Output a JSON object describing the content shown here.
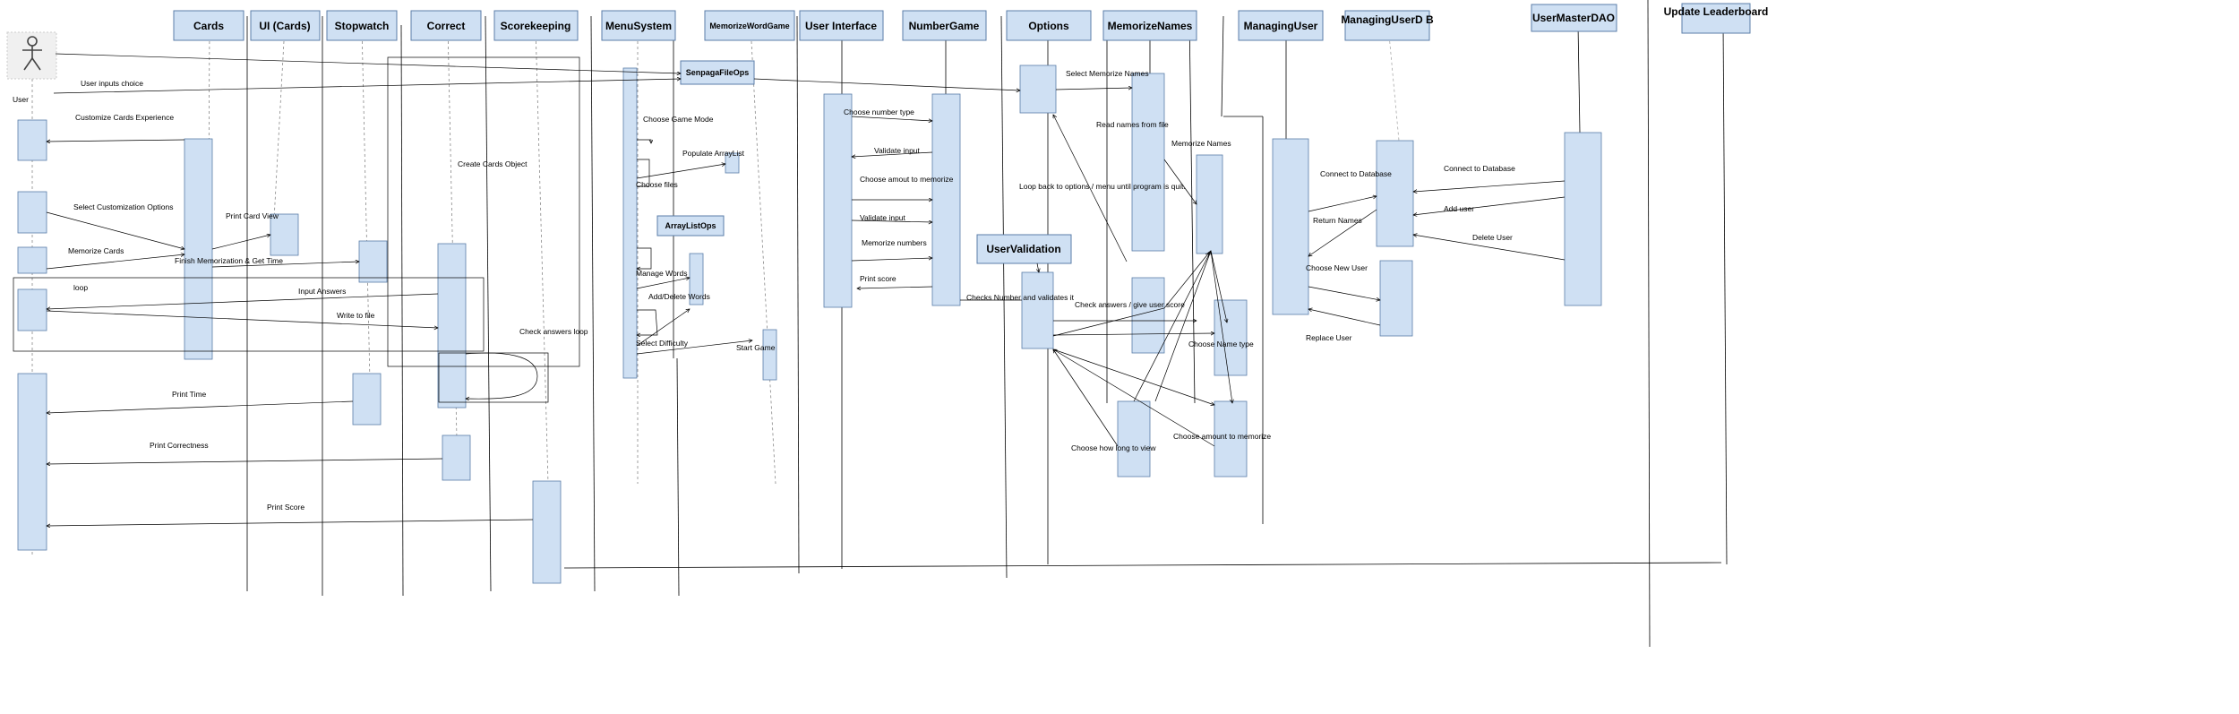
{
  "actor": {
    "name": "User"
  },
  "participants": [
    {
      "id": "cards",
      "label": "Cards"
    },
    {
      "id": "ui_cards",
      "label": "UI (Cards)"
    },
    {
      "id": "stopwatch",
      "label": "Stopwatch"
    },
    {
      "id": "correct",
      "label": "Correct"
    },
    {
      "id": "scorekeeping",
      "label": "Scorekeeping"
    },
    {
      "id": "menusystem",
      "label": "MenuSystem"
    },
    {
      "id": "memorizewordgame",
      "label": "MemorizeWordGame"
    },
    {
      "id": "userinterface",
      "label": "User Interface"
    },
    {
      "id": "numbergame",
      "label": "NumberGame"
    },
    {
      "id": "options",
      "label": "Options"
    },
    {
      "id": "memorizenames",
      "label": "MemorizeNames"
    },
    {
      "id": "managinguser",
      "label": "ManagingUser"
    },
    {
      "id": "managinguserdb",
      "label": "ManagingUserD B"
    },
    {
      "id": "usermasterdao",
      "label": "UserMasterDAO"
    },
    {
      "id": "update_leaderboard",
      "label": "Update Leaderboard"
    }
  ],
  "inner_boxes": [
    {
      "id": "senpagafileops",
      "label": "SenpagaFileOps"
    },
    {
      "id": "arraylistops",
      "label": "ArrayListOps"
    },
    {
      "id": "uservalidation",
      "label": "UserValidation"
    }
  ],
  "messages": [
    {
      "id": "user_inputs_choice",
      "text": "User inputs choice"
    },
    {
      "id": "customize_cards",
      "text": "Customize Cards Experience"
    },
    {
      "id": "select_customization",
      "text": "Select Customization Options"
    },
    {
      "id": "print_card_view",
      "text": "Print Card View"
    },
    {
      "id": "memorize_cards",
      "text": "Memorize Cards"
    },
    {
      "id": "finish_memorization",
      "text": "Finish Memorization & Get Time"
    },
    {
      "id": "loop",
      "text": "loop"
    },
    {
      "id": "input_answers",
      "text": "Input Answers"
    },
    {
      "id": "write_to_file",
      "text": "Write to file"
    },
    {
      "id": "create_cards_object",
      "text": "Create Cards Object"
    },
    {
      "id": "check_answers_loop",
      "text": "Check answers loop"
    },
    {
      "id": "print_time",
      "text": "Print Time"
    },
    {
      "id": "print_correctness",
      "text": "Print Correctness"
    },
    {
      "id": "print_score",
      "text": "Print Score"
    },
    {
      "id": "choose_game_mode",
      "text": "Choose Game Mode"
    },
    {
      "id": "populate_arraylist",
      "text": "Populate ArrayList"
    },
    {
      "id": "choose_files",
      "text": "Choose files"
    },
    {
      "id": "manage_words",
      "text": "Manage Words"
    },
    {
      "id": "add_delete_words",
      "text": "Add/Delete Words"
    },
    {
      "id": "select_difficulty",
      "text": "Select Difficulty"
    },
    {
      "id": "start_game",
      "text": "Start Game"
    },
    {
      "id": "choose_number_type",
      "text": "Choose number type"
    },
    {
      "id": "validate_input_1",
      "text": "Validate input"
    },
    {
      "id": "choose_amount",
      "text": "Choose amout to memorize"
    },
    {
      "id": "validate_input_2",
      "text": "Validate input"
    },
    {
      "id": "memorize_numbers",
      "text": "Memorize numbers"
    },
    {
      "id": "print_score_ng",
      "text": "Print score"
    },
    {
      "id": "checks_number",
      "text": "Checks Number and validates it"
    },
    {
      "id": "select_memorize_names",
      "text": "Select Memorize Names"
    },
    {
      "id": "loop_back",
      "text": "Loop back to options / menu until program is quit."
    },
    {
      "id": "read_names",
      "text": "Read names from file"
    },
    {
      "id": "memorize_names_msg",
      "text": "Memorize Names"
    },
    {
      "id": "check_answers_give_score",
      "text": "Check answers / give user score"
    },
    {
      "id": "choose_name_type",
      "text": "Choose Name type"
    },
    {
      "id": "choose_how_long",
      "text": "Choose how long to view"
    },
    {
      "id": "choose_amount_memorize",
      "text": "Choose amount to memorize"
    },
    {
      "id": "connect_to_database_1",
      "text": "Connect to Database"
    },
    {
      "id": "return_names",
      "text": "Return Names"
    },
    {
      "id": "choose_new_user",
      "text": "Choose New User"
    },
    {
      "id": "replace_user",
      "text": "Replace User"
    },
    {
      "id": "connect_to_database_2",
      "text": "Connect to Database"
    },
    {
      "id": "add_user",
      "text": "Add user"
    },
    {
      "id": "delete_user",
      "text": "Delete User"
    }
  ],
  "colors": {
    "box_fill": "#cfe0f3",
    "box_stroke": "#5b7ea8",
    "line": "#000000"
  }
}
